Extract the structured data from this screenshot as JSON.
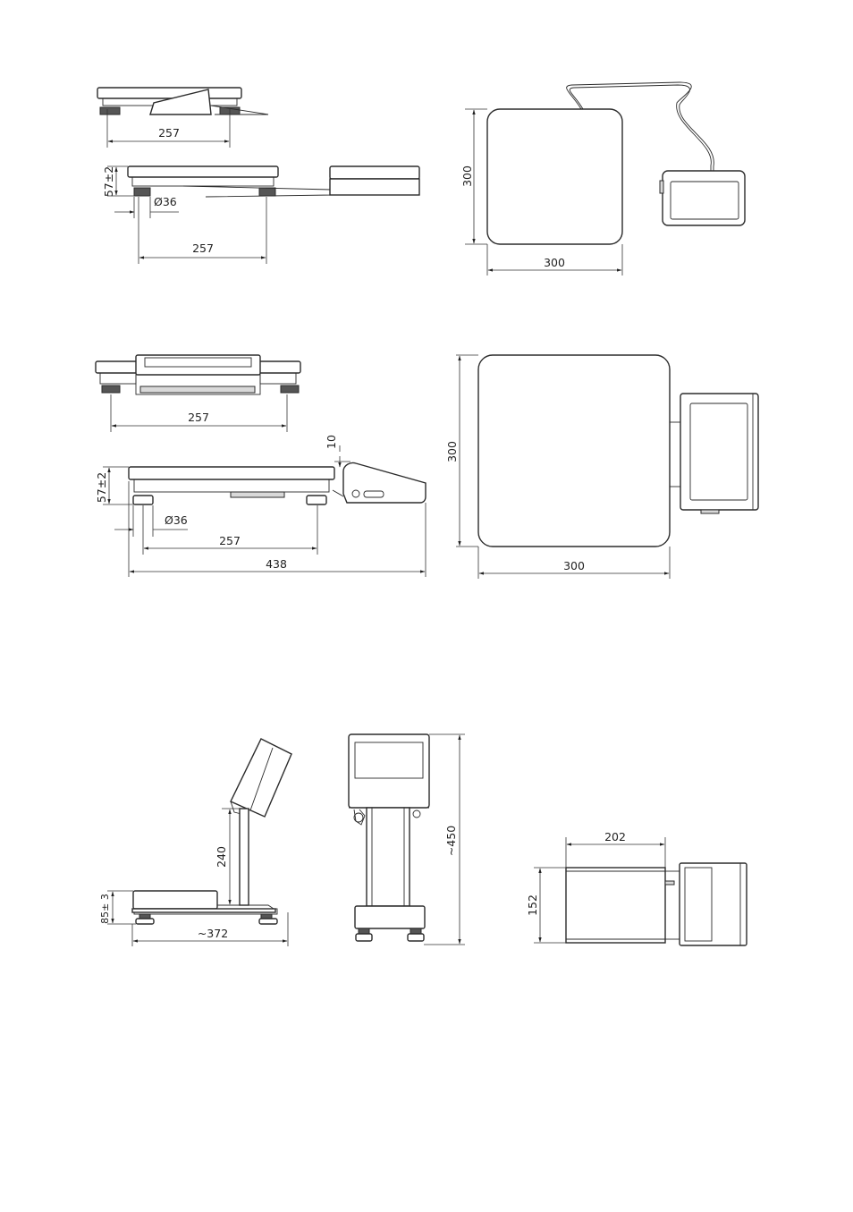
{
  "view1": {
    "dim_foot_spacing_top": "257",
    "dim_height": "57±2",
    "dim_foot_diameter": "Ø36",
    "dim_foot_spacing_side": "257",
    "dim_platform_height": "300",
    "dim_platform_width": "300"
  },
  "view2": {
    "dim_foot_spacing_top": "257",
    "dim_display_offset": "10",
    "dim_height": "57±2",
    "dim_foot_diameter": "Ø36",
    "dim_foot_spacing_side": "257",
    "dim_total_length": "438",
    "dim_platform_height": "300",
    "dim_platform_width": "300"
  },
  "view3": {
    "dim_column_height": "240",
    "dim_base_height": "85± 3",
    "dim_total_length": "~372",
    "dim_total_height": "~450",
    "dim_top_width": "202",
    "dim_top_depth": "152"
  }
}
